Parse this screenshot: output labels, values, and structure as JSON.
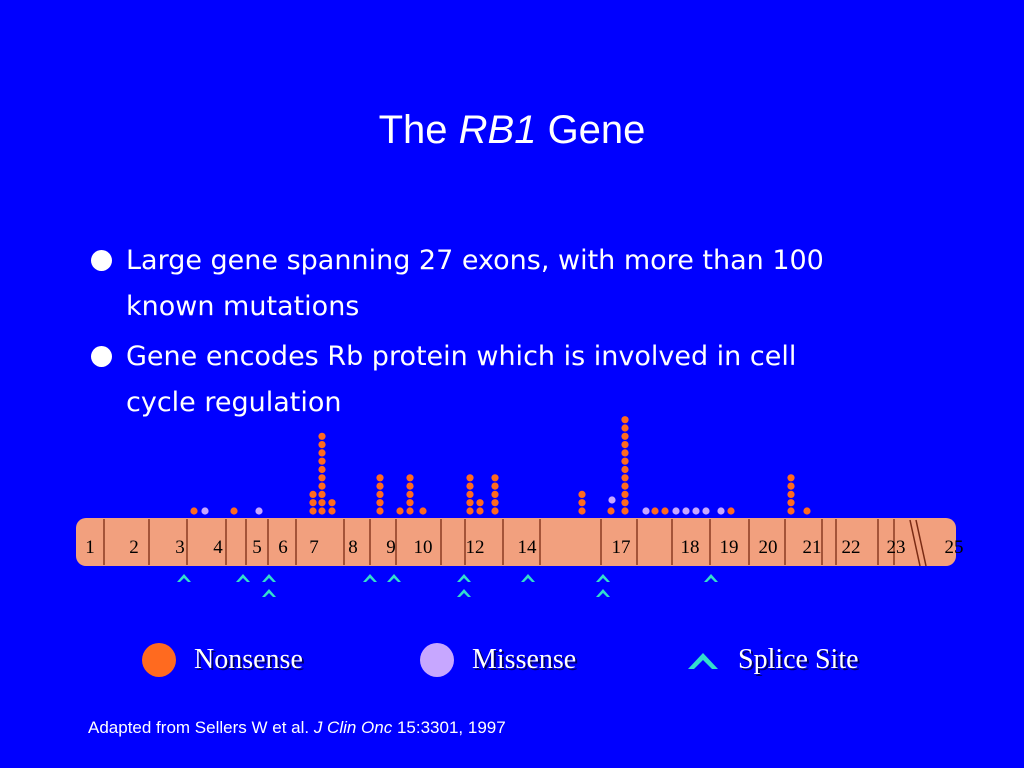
{
  "slide": {
    "title_prefix": "The",
    "title_gene": "RB1",
    "title_suffix": "Gene"
  },
  "bullets": [
    "Large gene spanning 27 exons, with more than 100 known mutations",
    "Gene encodes Rb protein which is involved in cell cycle regulation"
  ],
  "diagram": {
    "exon_labels": [
      "1",
      "2",
      "3",
      "4",
      "5",
      "6",
      "7",
      "8",
      "9",
      "10",
      "12",
      "14",
      "17",
      "18",
      "19",
      "20",
      "21",
      "22",
      "23",
      "25"
    ],
    "colors": {
      "background": "#0000ff",
      "gene_bar": "#f2a07e",
      "nonsense": "#ff6a1f",
      "missense": "#c7a7ff",
      "splice_site": "#33ddcc"
    }
  },
  "legend": [
    {
      "key": "nonsense",
      "label": "Nonsense",
      "icon": "nonsense-dot"
    },
    {
      "key": "missense",
      "label": "Missense",
      "icon": "missense-dot"
    },
    {
      "key": "splice_site",
      "label": "Splice Site",
      "icon": "splice-chevron-icon"
    }
  ],
  "citation": {
    "text_prefix": "Adapted from Sellers W et al. ",
    "journal": "J Clin Onc",
    "text_suffix": " 15:3301, 1997"
  }
}
